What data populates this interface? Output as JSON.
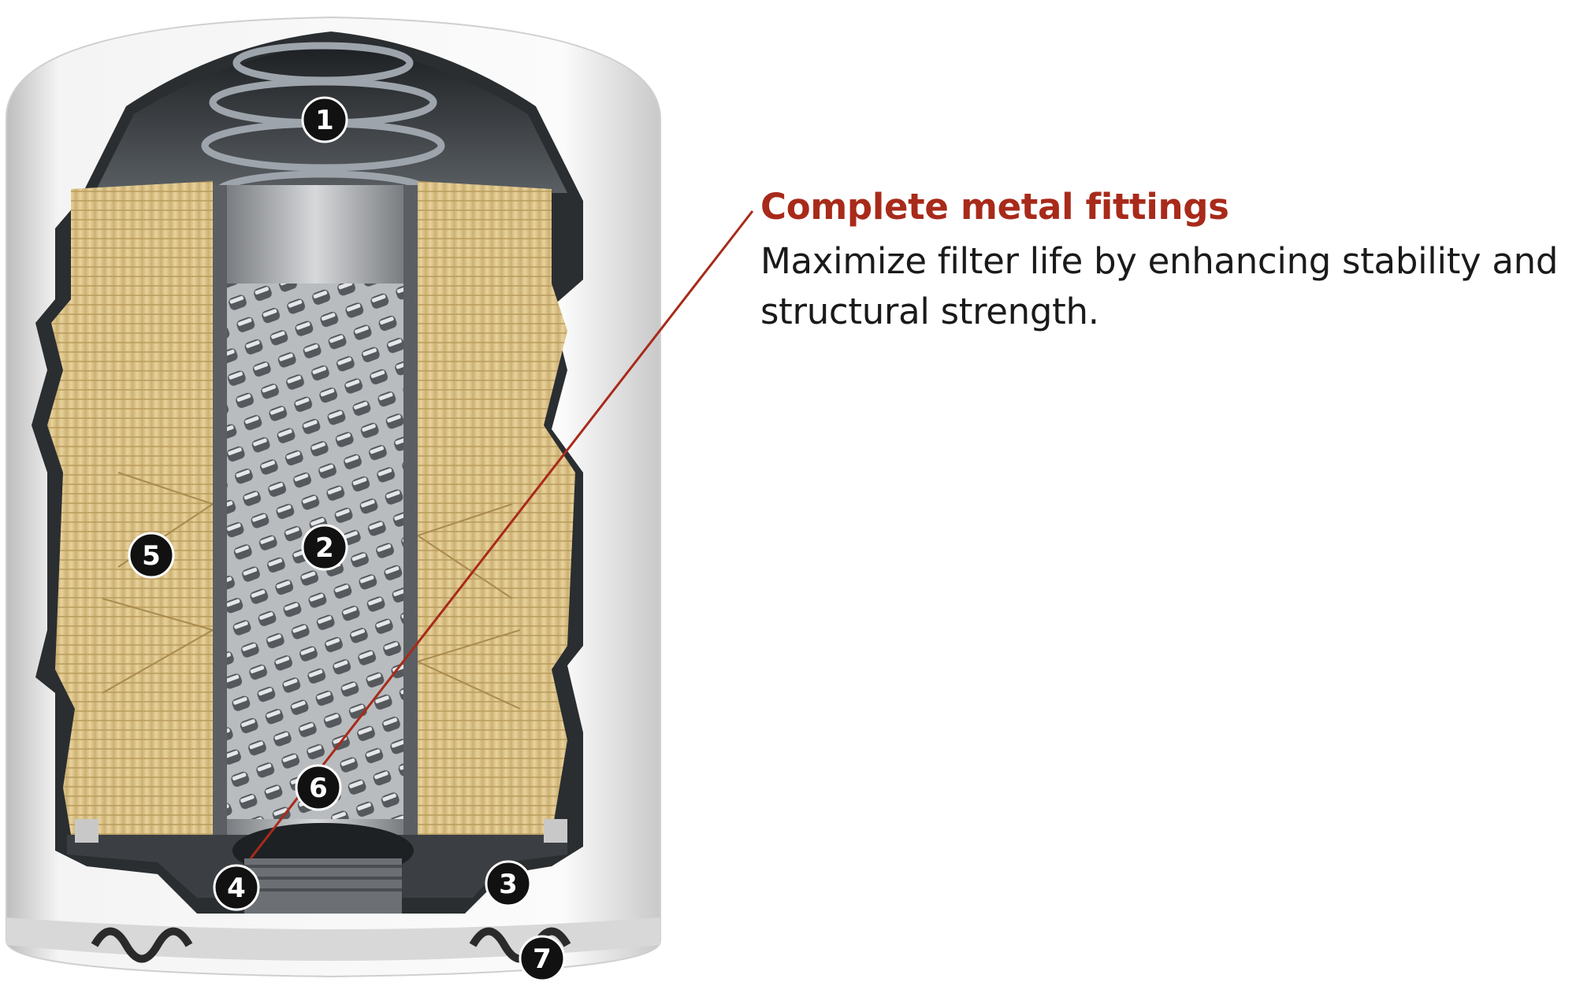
{
  "callout": {
    "title": "Complete metal fittings",
    "description": "Maximize filter life by enhancing stability and structural strength."
  },
  "badges": [
    "1",
    "2",
    "3",
    "4",
    "5",
    "6",
    "7"
  ],
  "colors": {
    "accent_red": "#a82a1a",
    "canister": "#ececec",
    "media": "#e3cc93",
    "badge": "#111111"
  }
}
